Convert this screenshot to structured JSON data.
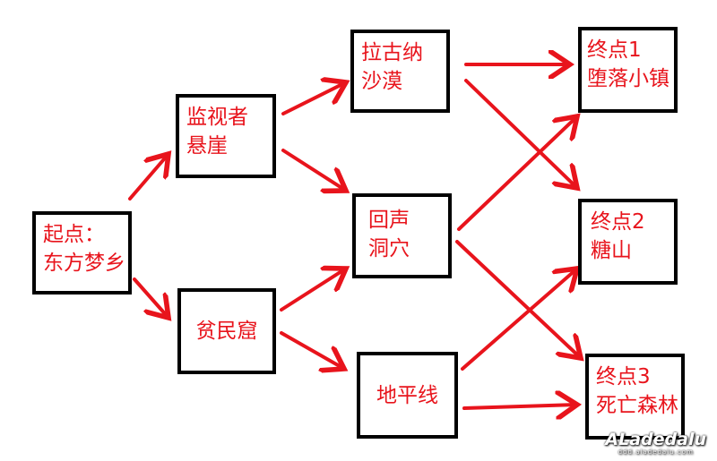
{
  "nodes": {
    "start": {
      "line1": "起点：",
      "line2": "东方梦乡"
    },
    "watcher": {
      "line1": "监视者",
      "line2": "悬崖"
    },
    "slum": {
      "label": "贫民窟"
    },
    "desert": {
      "line1": "拉古纳",
      "line2": "沙漠"
    },
    "cave": {
      "line1": "回声",
      "line2": "洞穴"
    },
    "horizon": {
      "label": "地平线"
    },
    "end1": {
      "line1": "终点1",
      "line2": "堕落小镇"
    },
    "end2": {
      "line1": "终点2",
      "line2": "糖山"
    },
    "end3": {
      "line1": "终点3",
      "line2": "死亡森林"
    }
  },
  "edges": [
    [
      "start",
      "watcher"
    ],
    [
      "start",
      "slum"
    ],
    [
      "watcher",
      "desert"
    ],
    [
      "watcher",
      "cave"
    ],
    [
      "slum",
      "cave"
    ],
    [
      "slum",
      "horizon"
    ],
    [
      "desert",
      "end1"
    ],
    [
      "desert",
      "end2"
    ],
    [
      "cave",
      "end1"
    ],
    [
      "cave",
      "end3"
    ],
    [
      "horizon",
      "end2"
    ],
    [
      "horizon",
      "end3"
    ]
  ],
  "colors": {
    "arrow": "#e8141c",
    "text": "#e8141c",
    "border": "#000000"
  },
  "watermark": {
    "brand": "ALadedalu",
    "url": "ddd.aladedalu.com"
  }
}
